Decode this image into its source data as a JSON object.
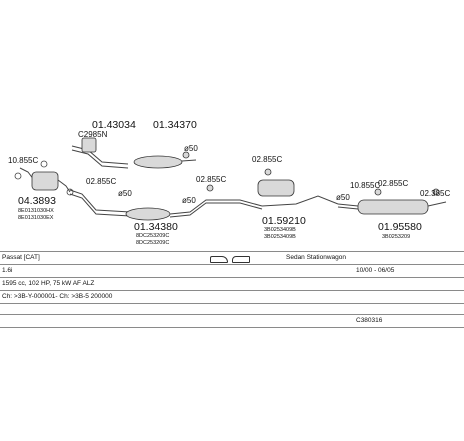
{
  "diagram": {
    "parts": [
      {
        "id": "front-pipe-top",
        "number": "01.43034",
        "codes": []
      },
      {
        "id": "rear-silencer-top",
        "number": "01.34370",
        "codes": []
      },
      {
        "id": "catalytic-converter",
        "number": "04.3893",
        "codes": [
          "8E0131030HX",
          "8E0131030EX"
        ]
      },
      {
        "id": "front-pipe-bottom",
        "number": "01.34380",
        "codes": [
          "8DC253209C",
          "8DC253209C"
        ]
      },
      {
        "id": "center-silencer",
        "number": "01.59210",
        "codes": [
          "3B0253409B",
          "3B0253409B"
        ]
      },
      {
        "id": "rear-silencer",
        "number": "01.95580",
        "codes": [
          "3B0253209"
        ]
      }
    ],
    "small_labels": [
      "C2985N",
      "02.855C",
      "10.855C",
      "02.855C",
      "02.855C",
      "02.385C",
      "10.855C",
      "02.855C"
    ],
    "diameter_labels": [
      "ø50",
      "ø50",
      "ø50",
      "ø50"
    ]
  },
  "info": {
    "row1": {
      "model": "Passat [CAT]",
      "body": "Sedan Stationwagon"
    },
    "row2": {
      "engine": "1.6i",
      "years": "10/00 - 06/05"
    },
    "row3": {
      "specs": "1595 cc, 102 HP, 75 kW AF ALZ"
    },
    "row4": {
      "chassis": "Ch: >3B-Y-000001- Ch: >3B-5 200000"
    },
    "row5": {
      "ref": "C380316"
    }
  }
}
